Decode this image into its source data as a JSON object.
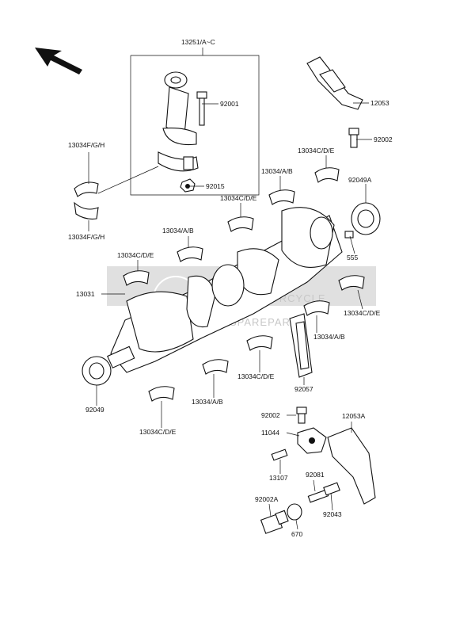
{
  "diagram": {
    "watermark": {
      "line1": "MOTORCYCLE",
      "line2": "SPAREPARTS",
      "color": "#b8b8b8",
      "accent": "#e9a38a"
    },
    "labels": {
      "l13251": "13251/A~C",
      "l92001": "92001",
      "l12053": "12053",
      "l92002_top": "92002",
      "l13034FGH_top": "13034F/G/H",
      "l13034FGH_bot": "13034F/G/H",
      "l92015": "92015",
      "l13034CDE_1": "13034C/D/E",
      "l92049A": "92049A",
      "l13034AB_1": "13034/A/B",
      "l13034CDE_2": "13034C/D/E",
      "l13034AB_2": "13034/A/B",
      "l13034CDE_3": "13034C/D/E",
      "l555": "555",
      "l13031": "13031",
      "l13034CDE_4": "13034C/D/E",
      "l13034AB_3": "13034/A/B",
      "l13034CDE_5": "13034C/D/E",
      "l92057": "92057",
      "l92049": "92049",
      "l13034AB_4": "13034/A/B",
      "l13034CDE_6": "13034C/D/E",
      "l92002_bot": "92002",
      "l11044": "11044",
      "l12053A": "12053A",
      "l13107": "13107",
      "l92081": "92081",
      "l92002A": "92002A",
      "l92043": "92043",
      "l670": "670"
    }
  }
}
